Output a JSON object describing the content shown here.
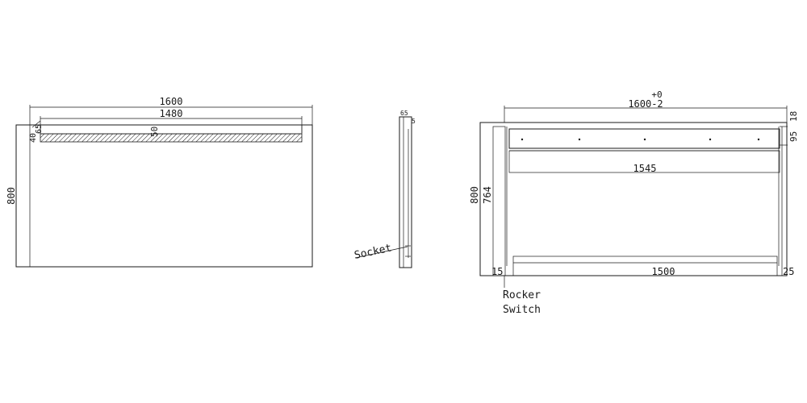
{
  "front_view": {
    "overall_width": "1600",
    "bar_width": "1480",
    "height": "800",
    "edge_offset": "40",
    "bar_offset": "65",
    "bar_height": "50"
  },
  "side_view": {
    "depth": "65",
    "lip": "5",
    "socket_label": "Socket"
  },
  "rear_view": {
    "tolerance_upper": "+0",
    "overall_width": "1600-2",
    "top_width": "1545",
    "bottom_width": "1500",
    "height": "800",
    "inner_height": "764",
    "right_offset_a": "95",
    "right_offset_b": "18",
    "bottom_left": "15",
    "bottom_right": "25",
    "switch_label_line1": "Rocker",
    "switch_label_line2": "Switch"
  }
}
